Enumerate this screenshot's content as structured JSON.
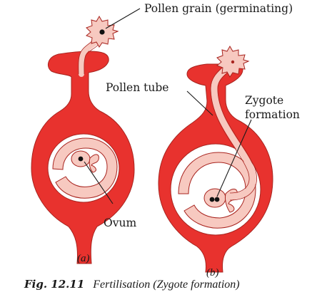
{
  "colors": {
    "ovary": "#e8322e",
    "ovule": "#f7c9c0",
    "embryo_sac": "#ffffff",
    "outline": "#a8241f",
    "nucleus": "#111111",
    "text": "#1a1a1a"
  },
  "labels": {
    "pollen_grain": "Pollen grain (germinating)",
    "pollen_tube": "Pollen tube",
    "zygote_line1": "Zygote",
    "zygote_line2": "formation",
    "ovum": "Ovum"
  },
  "sublabels": {
    "a": "(a)",
    "b": "(b)"
  },
  "caption": {
    "figure_number": "Fig. 12.11",
    "title": "Fertilisation (Zygote formation)"
  }
}
